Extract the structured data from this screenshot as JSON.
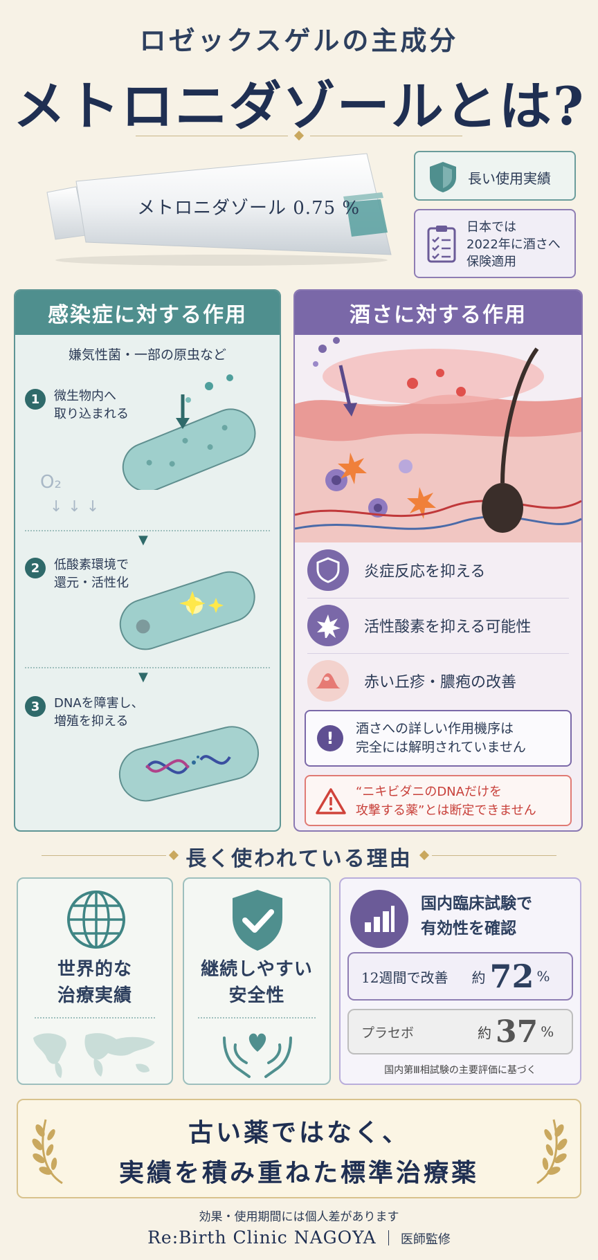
{
  "header": {
    "title_line1": "ロゼックスゲルの主成分",
    "title_line2": "メトロニダゾールとは?"
  },
  "tube": {
    "label": "メトロニダゾール 0.75 %"
  },
  "badges": {
    "track_record": "長い使用実績",
    "insurance_lines": [
      "日本では",
      "2022年に酒さへ",
      "保険適用"
    ]
  },
  "left_panel": {
    "header": "感染症に対する作用",
    "subtitle": "嫌気性菌・一部の原虫など",
    "o2_label": "O₂",
    "steps": [
      {
        "num": "1",
        "lines": [
          "微生物内へ",
          "取り込まれる"
        ]
      },
      {
        "num": "2",
        "lines": [
          "低酸素環境で",
          "還元・活性化"
        ]
      },
      {
        "num": "3",
        "lines": [
          "DNAを障害し、",
          "増殖を抑える"
        ]
      }
    ]
  },
  "right_panel": {
    "header": "酒さに対する作用",
    "features": [
      "炎症反応を抑える",
      "活性酸素を抑える可能性",
      "赤い丘疹・膿疱の改善"
    ],
    "note_lines": [
      "酒さへの詳しい作用機序は",
      "完全には解明されていません"
    ],
    "warning_lines": [
      "“ニキビダニのDNAだけを",
      "攻撃する薬”とは断定できません"
    ]
  },
  "reasons": {
    "heading": "長く使われている理由",
    "global": [
      "世界的な",
      "治療実績"
    ],
    "safety": [
      "継続しやすい",
      "安全性"
    ],
    "trial_title": [
      "国内臨床試験で",
      "有効性を確認"
    ],
    "stat1": {
      "label": "12週間で改善",
      "approx": "約",
      "value": "72",
      "unit": "%"
    },
    "stat2": {
      "label": "プラセボ",
      "approx": "約",
      "value": "37",
      "unit": "%"
    },
    "footnote": "国内第Ⅲ相試験の主要評価に基づく"
  },
  "banner": {
    "line1": "古い薬ではなく、",
    "line2": "実績を積み重ねた標準治療薬"
  },
  "footer": {
    "disclaimer": "効果・使用期間には個人差があります",
    "clinic": "Re:Birth Clinic NAGOYA",
    "supervision": "医師監修"
  },
  "colors": {
    "teal": "#4f8f8e",
    "purple": "#7a68a8",
    "navy": "#1f2f52",
    "gold": "#c9a85f",
    "warning": "#d0433b"
  }
}
